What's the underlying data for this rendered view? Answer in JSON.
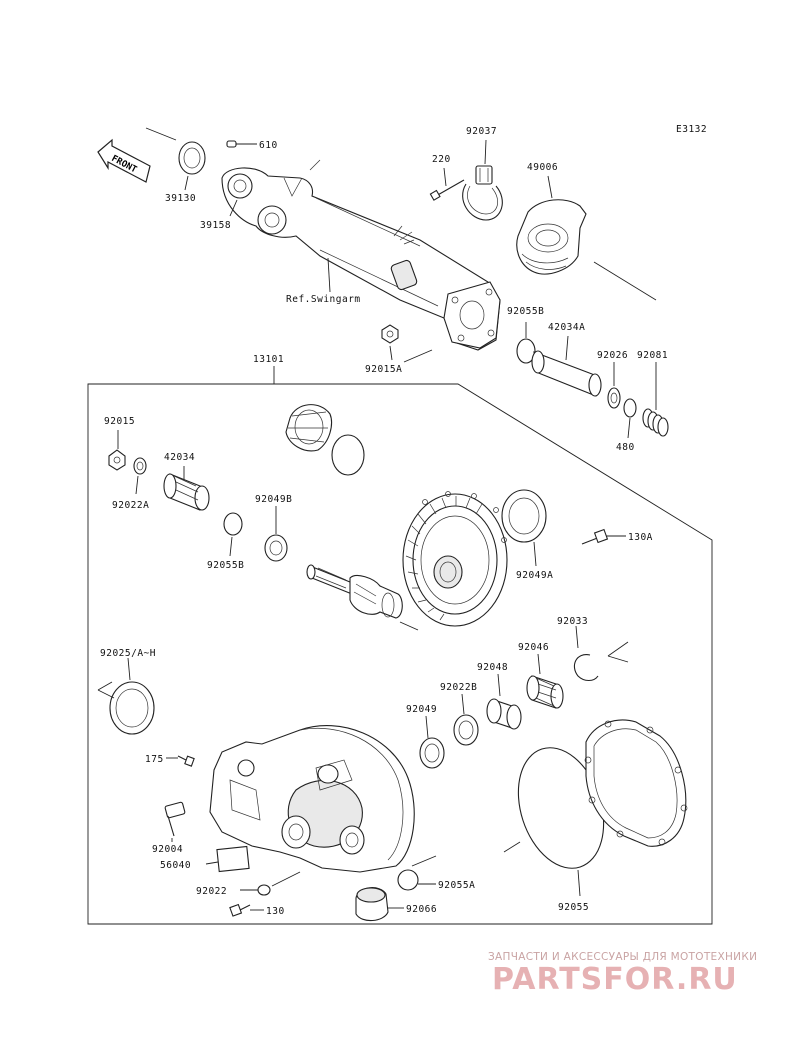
{
  "diagram": {
    "code": "E3132",
    "front_label": "FRONT",
    "ref_label": "Ref.Swingarm",
    "labels": {
      "p39130": "39130",
      "p610": "610",
      "p39158": "39158",
      "p220": "220",
      "p92037": "92037",
      "p49006": "49006",
      "p92055B_top": "92055B",
      "p42034A": "42034A",
      "p92026": "92026",
      "p92081": "92081",
      "p480": "480",
      "p92015A": "92015A",
      "p13101": "13101",
      "p92015": "92015",
      "p42034": "42034",
      "p92022A": "92022A",
      "p92049B": "92049B",
      "p92055B": "92055B",
      "p130A": "130A",
      "p92049A": "92049A",
      "p92033": "92033",
      "p92046": "92046",
      "p92048": "92048",
      "p92022B": "92022B",
      "p92049": "92049",
      "p92025": "92025/A~H",
      "p175": "175",
      "p92004": "92004",
      "p56040": "56040",
      "p92022": "92022",
      "p130": "130",
      "p92055A": "92055A",
      "p92066": "92066",
      "p92055": "92055"
    }
  },
  "watermark": {
    "subtitle": "ЗАПЧАСТИ И АКСЕССУАРЫ ДЛЯ МОТОТЕХНИКИ",
    "brand": "PARTSFOR.RU"
  }
}
